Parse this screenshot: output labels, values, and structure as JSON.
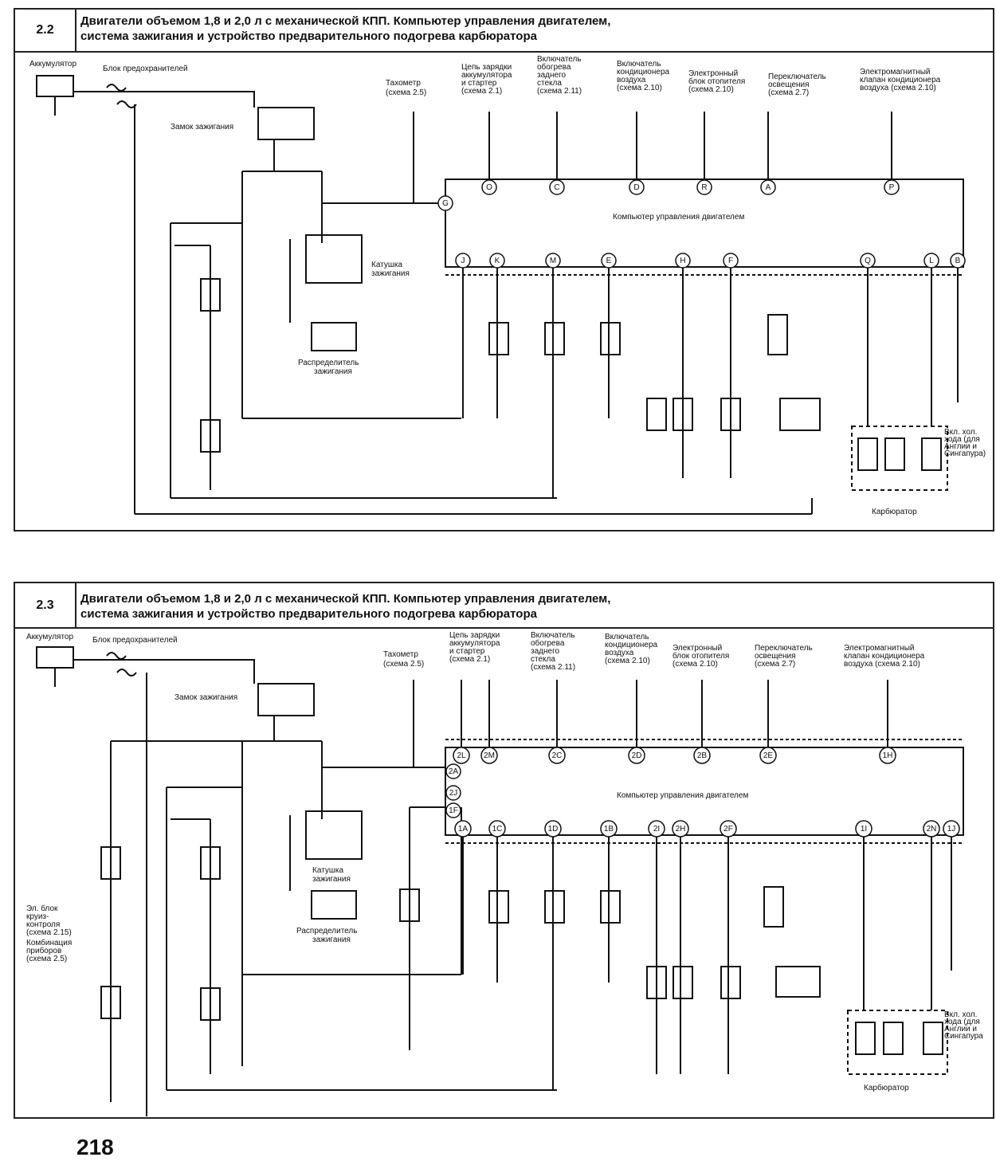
{
  "page_number": "218",
  "panel1": {
    "number": "2.2",
    "title_line1": "Двигатели объемом 1,8 и 2,0 л с механической КПП. Компьютер управления двигателем,",
    "title_line2": "система зажигания и устройство предварительного подогрева карбюратора",
    "battery": "Аккумулятор",
    "fuse_block": "Блок предохранителей",
    "ignition_switch": "Замок зажигания",
    "tachometer": "Тахометр",
    "tachometer_ref": "(схема 2.5)",
    "charging": [
      "Цепь зарядки",
      "аккумулятора",
      "и стартер",
      "(схема 2.1)"
    ],
    "rear_defog": [
      "Включатель",
      "обогрева",
      "заднего",
      "стекла",
      "(схема 2.11)"
    ],
    "ac_switch": [
      "Включатель",
      "кондиционера",
      "воздуха",
      "(схема 2.10)"
    ],
    "heater_unit": [
      "Электронный",
      "блок отопителя",
      "(схема 2.10)"
    ],
    "light_switch": [
      "Переключатель",
      "освещения",
      "(схема 2.7)"
    ],
    "ac_valve": [
      "Электромагнитный",
      "клапан кондиционера",
      "воздуха (схема 2.10)"
    ],
    "ecu": "Компьютер управления двигателем",
    "coil": [
      "Катушка",
      "зажигания"
    ],
    "distributor": [
      "Распределитель",
      "зажигания"
    ],
    "carburetor": "Карбюратор",
    "idle_switch": [
      "Вкл. хол.",
      "хода (для",
      "Англии и",
      "Сингапура)"
    ],
    "top_pins": [
      "O",
      "C",
      "D",
      "R",
      "A",
      "P"
    ],
    "bottom_pins": [
      "J",
      "K",
      "M",
      "E",
      "H",
      "F",
      "Q",
      "L",
      "B"
    ],
    "g_pin": "G"
  },
  "panel2": {
    "number": "2.3",
    "title_line1": "Двигатели объемом 1,8 и 2,0 л с механической КПП. Компьютер управления двигателем,",
    "title_line2": "система зажигания и устройство предварительного подогрева карбюратора",
    "battery": "Аккумулятор",
    "fuse_block": "Блок предохранителей",
    "ignition_switch": "Замок зажигания",
    "tachometer": "Тахометр",
    "tachometer_ref": "(схема 2.5)",
    "charging": [
      "Цепь зарядки",
      "аккумулятора",
      "и стартер",
      "(схема 2.1)"
    ],
    "rear_defog": [
      "Включатель",
      "обогрева",
      "заднего",
      "стекла",
      "(схема 2.11)"
    ],
    "ac_switch": [
      "Включатель",
      "кондиционера",
      "воздуха",
      "(схема 2.10)"
    ],
    "heater_unit": [
      "Электронный",
      "блок отопителя",
      "(схема 2.10)"
    ],
    "light_switch": [
      "Переключатель",
      "освещения",
      "(схема 2.7)"
    ],
    "ac_valve": [
      "Электромагнитный",
      "клапан кондиционера",
      "воздуха (схема 2.10)"
    ],
    "ecu": "Компьютер управления двигателем",
    "coil": [
      "Катушка",
      "зажигания"
    ],
    "distributor": [
      "Распределитель",
      "зажигания"
    ],
    "carburetor": "Карбюратор",
    "cruise": [
      "Эл. блок",
      "круиз-",
      "контроля",
      "(схема 2.15)"
    ],
    "instrument": [
      "Комбинация",
      "приборов",
      "(схема 2.5)"
    ],
    "idle_switch": [
      "Вкл. хол.",
      "хода (для",
      "Англии и",
      "Сингапура"
    ],
    "top_pins": [
      "2L",
      "2M",
      "2C",
      "2D",
      "2B",
      "2E",
      "1H"
    ],
    "left_pins": [
      "2A",
      "2J",
      "1F"
    ],
    "bottom_pins": [
      "1A",
      "1C",
      "1D",
      "1B",
      "2I",
      "2H",
      "2F",
      "1I",
      "2N",
      "1J"
    ]
  }
}
